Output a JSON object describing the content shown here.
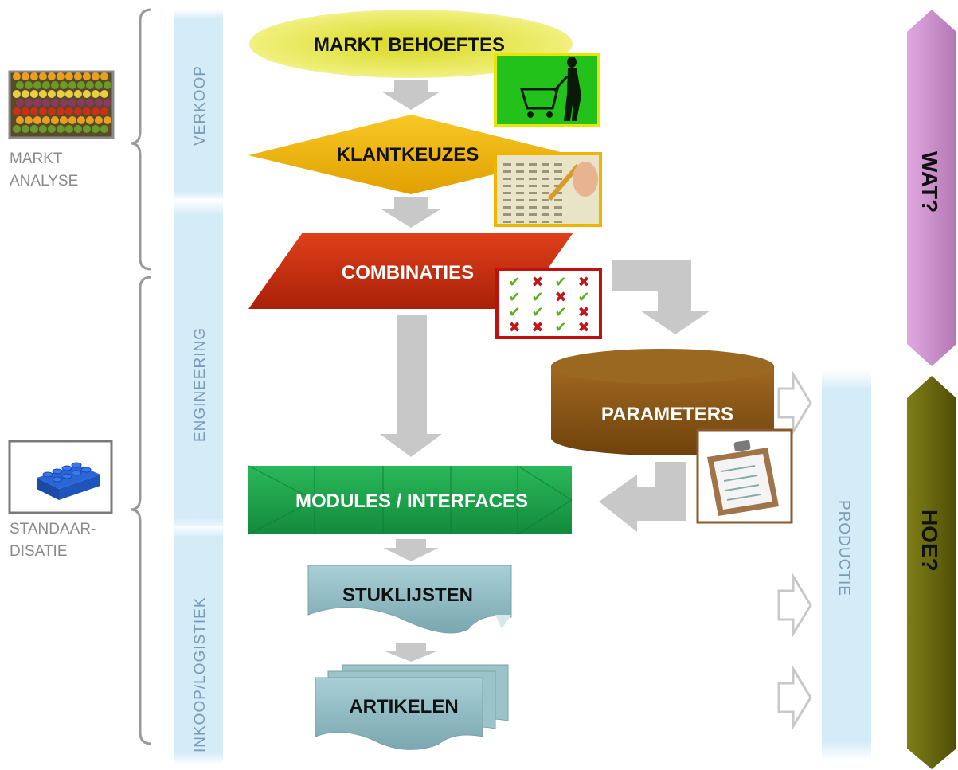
{
  "left_labels": {
    "markt_analyse": [
      "MARKT",
      "ANALYSE"
    ],
    "standaardisatie": [
      "STANDAAR-",
      "DISATIE"
    ]
  },
  "bands": {
    "verkoop": "VERKOOP",
    "engineering": "ENGINEERING",
    "inkoop": "INKOOP/LOGISTIEK",
    "productie": "PRODUCTIE"
  },
  "steps": {
    "markt_behoeftes": "MARKT BEHOEFTES",
    "klantkeuzes": "KLANTKEUZES",
    "combinaties": "COMBINATIES",
    "parameters": "PARAMETERS",
    "modules": "MODULES / INTERFACES",
    "stuklijsten": "STUKLIJSTEN",
    "artikelen": "ARTIKELEN"
  },
  "side_tags": {
    "wat": "WAT?",
    "hoe": "HOE?"
  },
  "colors": {
    "ellipse": "#e8e84a",
    "diamond": "#f0b400",
    "parallelogram": "#c0300e",
    "cylinder": "#8b5a14",
    "modules": "#1aa04a",
    "document": "#8fb8bf",
    "wat": "#c888c8",
    "hoe": "#6b6b10",
    "band": "#d6ecf8",
    "arrow": "#c8c8c8"
  }
}
